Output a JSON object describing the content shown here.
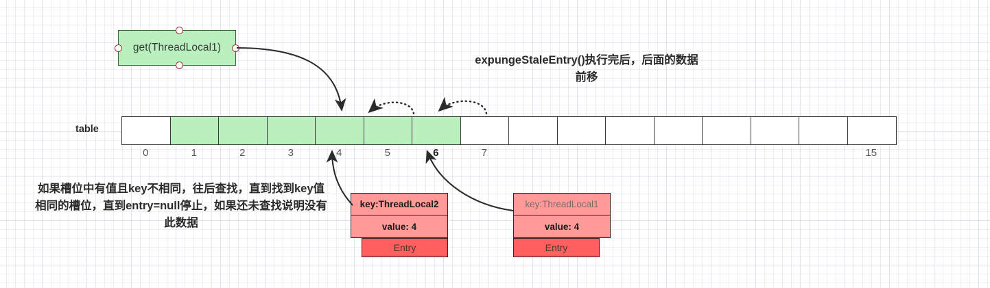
{
  "diagram": {
    "title": "expungeStaleEntry()执行完后，后面的数据前移",
    "note": "如果槽位中有值且key不相同，往后查找，直到找到key值相同的槽位，直到entry=null停止，如果还未查找说明没有此数据",
    "call_box": {
      "label": "get(ThreadLocal1)"
    },
    "table": {
      "label": "table",
      "cells": [
        {
          "index": "0",
          "filled": false
        },
        {
          "index": "1",
          "filled": true
        },
        {
          "index": "2",
          "filled": true
        },
        {
          "index": "3",
          "filled": true
        },
        {
          "index": "4",
          "filled": true
        },
        {
          "index": "5",
          "filled": true
        },
        {
          "index": "6",
          "filled": true
        },
        {
          "index": "7",
          "filled": false
        },
        {
          "index": "",
          "filled": false
        },
        {
          "index": "",
          "filled": false
        },
        {
          "index": "",
          "filled": false
        },
        {
          "index": "",
          "filled": false
        },
        {
          "index": "",
          "filled": false
        },
        {
          "index": "",
          "filled": false
        },
        {
          "index": "",
          "filled": false
        },
        {
          "index": "15",
          "filled": false
        }
      ],
      "highlight_index": "6"
    },
    "entries": [
      {
        "key": "key:ThreadLocal2",
        "value": "value: 4",
        "type": "Entry",
        "key_muted": false
      },
      {
        "key": "key:ThreadLocal1",
        "value": "value: 4",
        "type": "Entry",
        "key_muted": true
      }
    ],
    "colors": {
      "cell_filled": "#B9F0BD",
      "call_box_fill": "#B9F0BD",
      "call_box_border": "#2E6B31",
      "handle_border": "#9C3434",
      "entry_row": "#FF9A99",
      "entry_type": "#FF5F5F",
      "arrow": "#2b2b2b"
    }
  }
}
